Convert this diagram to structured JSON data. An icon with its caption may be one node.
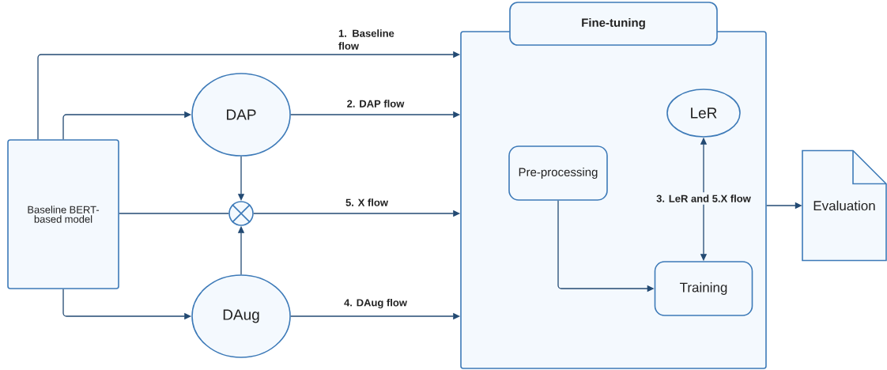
{
  "diagram": {
    "nodes": [
      {
        "text": [
          "Baseline BERT-based model"
        ]
      },
      {
        "text": [
          "DAP"
        ]
      },
      {
        "text": [],
        "shape": "circle"
      },
      {
        "text": [
          "DAug"
        ]
      },
      {
        "text": [
          "Fine-tuning"
        ]
      },
      {
        "text": [
          "Pre-processing"
        ],
        "in": 4
      },
      {
        "text": [
          "LeR"
        ],
        "in": 4
      },
      {
        "text": [
          "Training"
        ],
        "in": 4
      },
      {
        "text": [
          "Evaluation"
        ]
      }
    ],
    "edges": [
      {
        "from": 0,
        "to": 4,
        "arrow": "to",
        "label": "1. Baseline flow"
      },
      {
        "from": 0,
        "to": 1,
        "arrow": "to"
      },
      {
        "from": 1,
        "to": 4,
        "arrow": "to",
        "label": "2. DAP flow"
      },
      {
        "from": 1,
        "to": 2,
        "arrow": "to"
      },
      {
        "from": 0,
        "to": 2,
        "arrow": "none"
      },
      {
        "from": 2,
        "to": 4,
        "arrow": "to",
        "label": "5. X flow"
      },
      {
        "from": 3,
        "to": 2,
        "arrow": "to"
      },
      {
        "from": 0,
        "to": 3,
        "arrow": "to"
      },
      {
        "from": 3,
        "to": 4,
        "arrow": "to",
        "label": "4. DAug flow"
      },
      {
        "from": 5,
        "to": 7,
        "arrow": "to"
      },
      {
        "from": 6,
        "to": 7,
        "arrow": "both",
        "label": "3. LeR and 5.X flow"
      },
      {
        "from": 4,
        "to": 8,
        "arrow": "to"
      }
    ]
  }
}
